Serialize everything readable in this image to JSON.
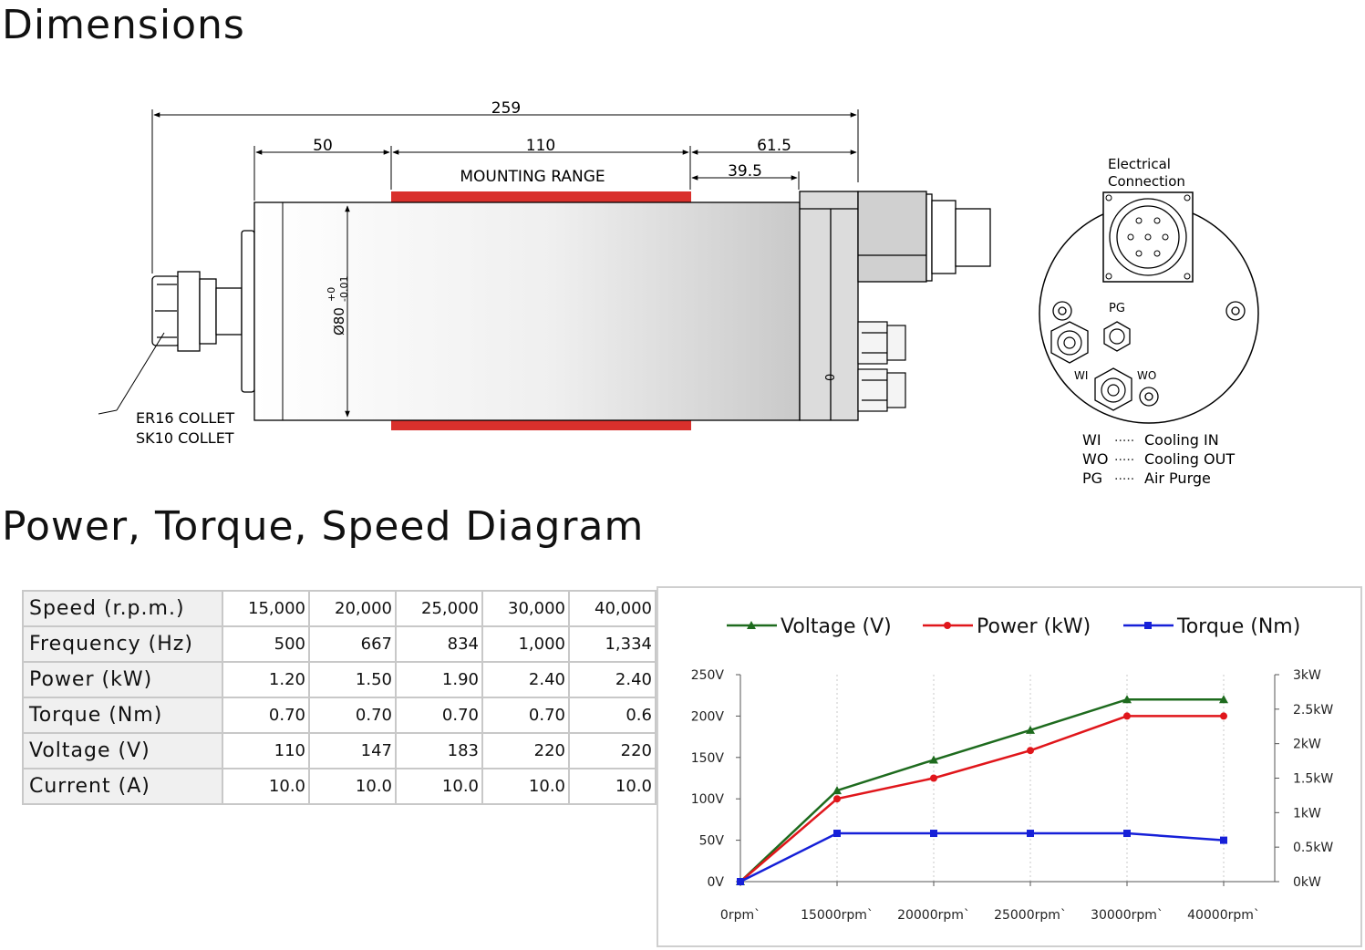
{
  "sections": {
    "dimensions_title": "Dimensions",
    "diagram_title": "Power, Torque, Speed Diagram"
  },
  "drawing": {
    "dim_total": "259",
    "dim_left": "50",
    "dim_mid": "110",
    "dim_right": "61.5",
    "dim_sub": "39.5",
    "mounting_range": "MOUNTING RANGE",
    "diameter": "Ø80",
    "diameter_tol_upper": "+0",
    "diameter_tol_lower": "-0.01",
    "body_mark": "0",
    "collet_1": "ER16 COLLET",
    "collet_2": "SK10 COLLET",
    "electrical_1": "Electrical",
    "electrical_2": "Connection",
    "port_pg": "PG",
    "port_wi": "WI",
    "port_wo": "WO",
    "legend": [
      {
        "code": "WI",
        "dots": "·····",
        "desc": "Cooling IN"
      },
      {
        "code": "WO",
        "dots": "·····",
        "desc": "Cooling OUT"
      },
      {
        "code": "PG",
        "dots": "·····",
        "desc": "Air Purge"
      }
    ],
    "colors": {
      "mounting": "#d9302c"
    }
  },
  "table": {
    "rows": [
      {
        "label": "Speed (r.p.m.)",
        "values": [
          "15,000",
          "20,000",
          "25,000",
          "30,000",
          "40,000"
        ]
      },
      {
        "label": "Frequency (Hz)",
        "values": [
          "500",
          "667",
          "834",
          "1,000",
          "1,334"
        ]
      },
      {
        "label": "Power (kW)",
        "values": [
          "1.20",
          "1.50",
          "1.90",
          "2.40",
          "2.40"
        ]
      },
      {
        "label": "Torque (Nm)",
        "values": [
          "0.70",
          "0.70",
          "0.70",
          "0.70",
          "0.6"
        ]
      },
      {
        "label": "Voltage (V)",
        "values": [
          "110",
          "147",
          "183",
          "220",
          "220"
        ]
      },
      {
        "label": "Current (A)",
        "values": [
          "10.0",
          "10.0",
          "10.0",
          "10.0",
          "10.0"
        ]
      }
    ]
  },
  "chart_data": {
    "type": "line",
    "categories": [
      "0rpm`",
      "15000rpm`",
      "20000rpm`",
      "25000rpm`",
      "30000rpm`",
      "40000rpm`"
    ],
    "left_axis": {
      "ticks": [
        "0V",
        "50V",
        "100V",
        "150V",
        "200V",
        "250V"
      ],
      "ylim": [
        0,
        250
      ]
    },
    "right_axis": {
      "ticks": [
        "0kW",
        "0.5kW",
        "1kW",
        "1.5kW",
        "2kW",
        "2.5kW",
        "3kW"
      ],
      "ylim": [
        0,
        3
      ]
    },
    "grid": "vertical dashed",
    "legend": "top",
    "series": [
      {
        "name": "Voltage (V)",
        "axis": "left",
        "color": "#1e6b1e",
        "marker": "triangle",
        "values": [
          0,
          110,
          147,
          183,
          220,
          220
        ]
      },
      {
        "name": "Power (kW)",
        "axis": "right",
        "color": "#e0161b",
        "marker": "circle",
        "values": [
          0,
          1.2,
          1.5,
          1.9,
          2.4,
          2.4
        ]
      },
      {
        "name": "Torque (Nm)",
        "axis": "right",
        "color": "#1620d8",
        "marker": "square",
        "values": [
          0,
          0.7,
          0.7,
          0.7,
          0.7,
          0.6
        ]
      }
    ]
  }
}
